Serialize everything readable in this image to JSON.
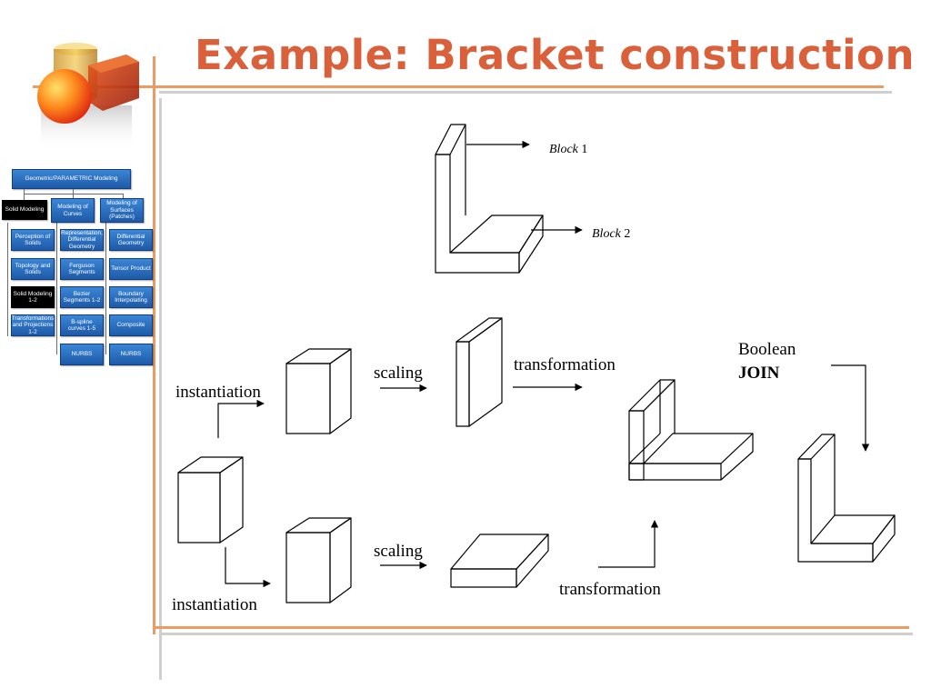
{
  "slide": {
    "title": "Example: Bracket construction"
  },
  "nav": {
    "root": "Geometric/PARAMETRIC Modeling",
    "columns": [
      {
        "header": "Solid Modeling",
        "items": [
          "Perception of Solids",
          "Topology and Solids",
          "Solid Modeling 1-2",
          "Transformations and Projections 1-2"
        ]
      },
      {
        "header": "Modeling of Curves",
        "items": [
          "Representation, Differential Geometry",
          "Ferguson Segments",
          "Bezier Segments 1-2",
          "B-spline curves 1-5",
          "NURBS"
        ]
      },
      {
        "header": "Modeling of Surfaces (Patches)",
        "items": [
          "Differential Geometry",
          "Tensor Product",
          "Boundary Interpolating",
          "Composite",
          "NURBS"
        ]
      }
    ]
  },
  "diagram": {
    "block1_label": {
      "italic": "Block",
      "num": " 1"
    },
    "block2_label": {
      "italic": "Block",
      "num": " 2"
    },
    "instantiation_top": "instantiation",
    "instantiation_bottom": "instantiation",
    "scaling_top": "scaling",
    "scaling_bottom": "scaling",
    "transformation_top": "transformation",
    "transformation_bottom": "transformation",
    "boolean_line1": "Boolean",
    "boolean_line2": "JOIN"
  },
  "colors": {
    "title": "#d9603b",
    "rule": "#ee9b63",
    "nav_fill": "#2a6fc4",
    "nav_dark": "#000000"
  }
}
